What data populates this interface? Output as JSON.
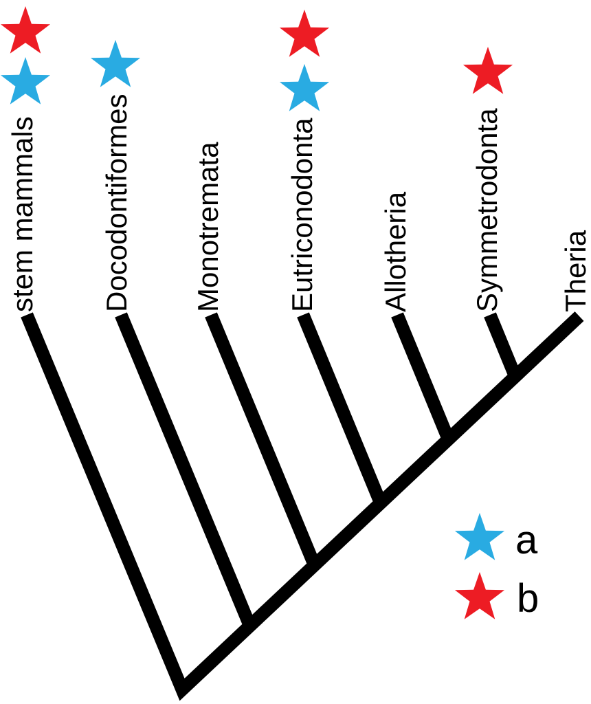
{
  "figure": {
    "type": "cladogram",
    "description": "Phylogenetic tree of mammal groups with star markers",
    "taxa": [
      {
        "name": "stem mammals",
        "markers": [
          "red",
          "blue"
        ]
      },
      {
        "name": "Docodontiformes",
        "markers": [
          "blue"
        ]
      },
      {
        "name": "Monotremata",
        "markers": []
      },
      {
        "name": "Eutriconodonta",
        "markers": [
          "red",
          "blue"
        ]
      },
      {
        "name": "Allotheria",
        "markers": []
      },
      {
        "name": "Symmetrodonta",
        "markers": [
          "red"
        ]
      },
      {
        "name": "Theria",
        "markers": []
      }
    ],
    "legend": [
      {
        "symbol": "star",
        "color_key": "blue",
        "label": "a"
      },
      {
        "symbol": "star",
        "color_key": "red",
        "label": "b"
      }
    ],
    "colors": {
      "star_blue": "#29abe2",
      "star_red": "#ed1c24",
      "branch": "#000000"
    }
  }
}
